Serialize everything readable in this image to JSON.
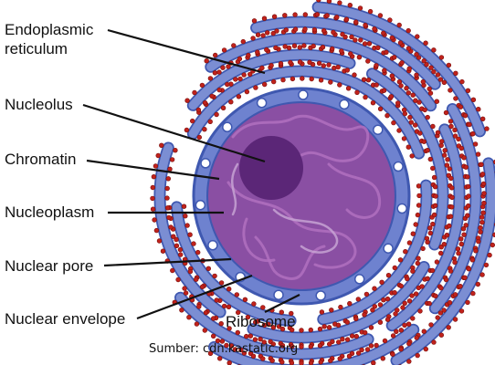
{
  "labels": {
    "er_line1": "Endoplasmic",
    "er_line2": "reticulum",
    "nucleolus": "Nucleolus",
    "chromatin": "Chromatin",
    "nucleoplasm": "Nucleoplasm",
    "nuclear_pore": "Nuclear pore",
    "nuclear_envelope": "Nuclear envelope",
    "ribosome": "Ribosome"
  },
  "caption": "Sumber: cdn.kastatic.org",
  "colors": {
    "er_fill": "#7b8ed3",
    "er_stroke": "#3f58b0",
    "envelope": "#6e82cf",
    "nucleoplasm": "#8a4fa3",
    "nucleolus": "#5b2677",
    "chromatin": "#b070c0",
    "ribosome": "#c0221c"
  }
}
